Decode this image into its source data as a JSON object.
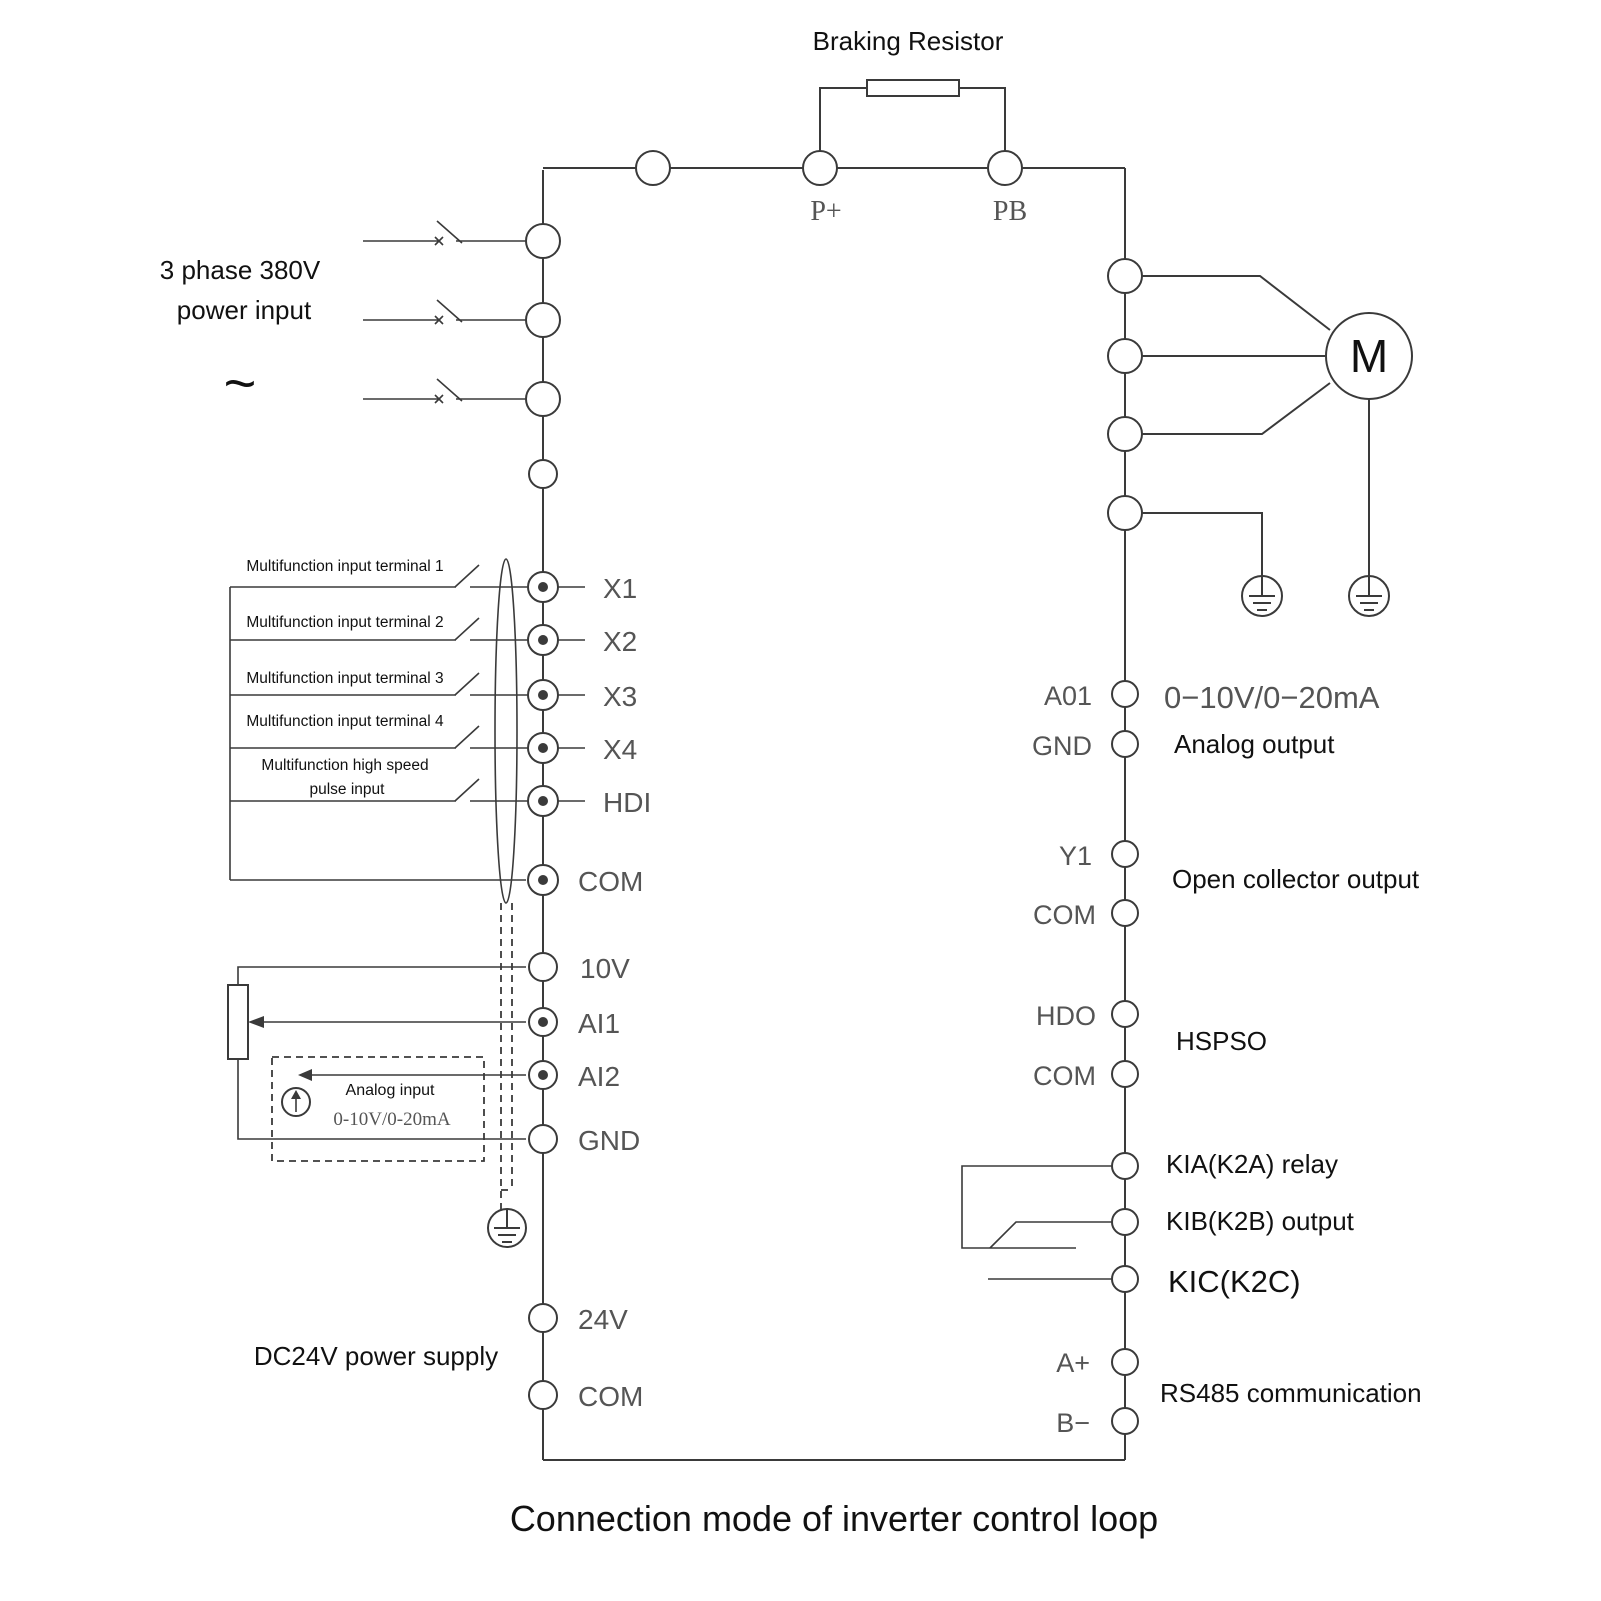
{
  "title": "Connection mode of inverter control loop",
  "braking": {
    "label": "Braking Resistor",
    "p_plus": "P+",
    "pb": "PB"
  },
  "power_input": {
    "line1": "3 phase 380V",
    "line2": "power input",
    "ac_symbol": "~"
  },
  "motor": {
    "label": "M"
  },
  "multifunction_inputs": [
    {
      "label": "Multifunction input terminal 1",
      "terminal": "X1"
    },
    {
      "label": "Multifunction input terminal 2",
      "terminal": "X2"
    },
    {
      "label": "Multifunction input terminal 3",
      "terminal": "X3"
    },
    {
      "label": "Multifunction input terminal 4",
      "terminal": "X4"
    },
    {
      "label_line1": "Multifunction high speed",
      "label_line2": "pulse input",
      "terminal": "HDI"
    }
  ],
  "left_terminals": {
    "com1": "COM",
    "v10": "10V",
    "ai1": "AI1",
    "ai2": "AI2",
    "gnd": "GND",
    "v24": "24V",
    "com2": "COM"
  },
  "analog_input": {
    "label": "Analog input",
    "range": "0-10V/0-20mA"
  },
  "dc_supply": {
    "label": "DC24V power supply"
  },
  "right_terminals": {
    "a01": "A01",
    "gnd": "GND",
    "y1": "Y1",
    "com1": "COM",
    "hdo": "HDO",
    "com2": "COM",
    "a_plus": "A+",
    "b_minus": "B−"
  },
  "right_labels": {
    "analog_range": "0−10V/0−20mA",
    "analog_output": "Analog output",
    "open_collector": "Open collector output",
    "hspso": "HSPSO",
    "relay_a": "KIA(K2A) relay",
    "relay_b": "KIB(K2B) output",
    "relay_c": "KIC(K2C)",
    "rs485": "RS485 communication"
  }
}
